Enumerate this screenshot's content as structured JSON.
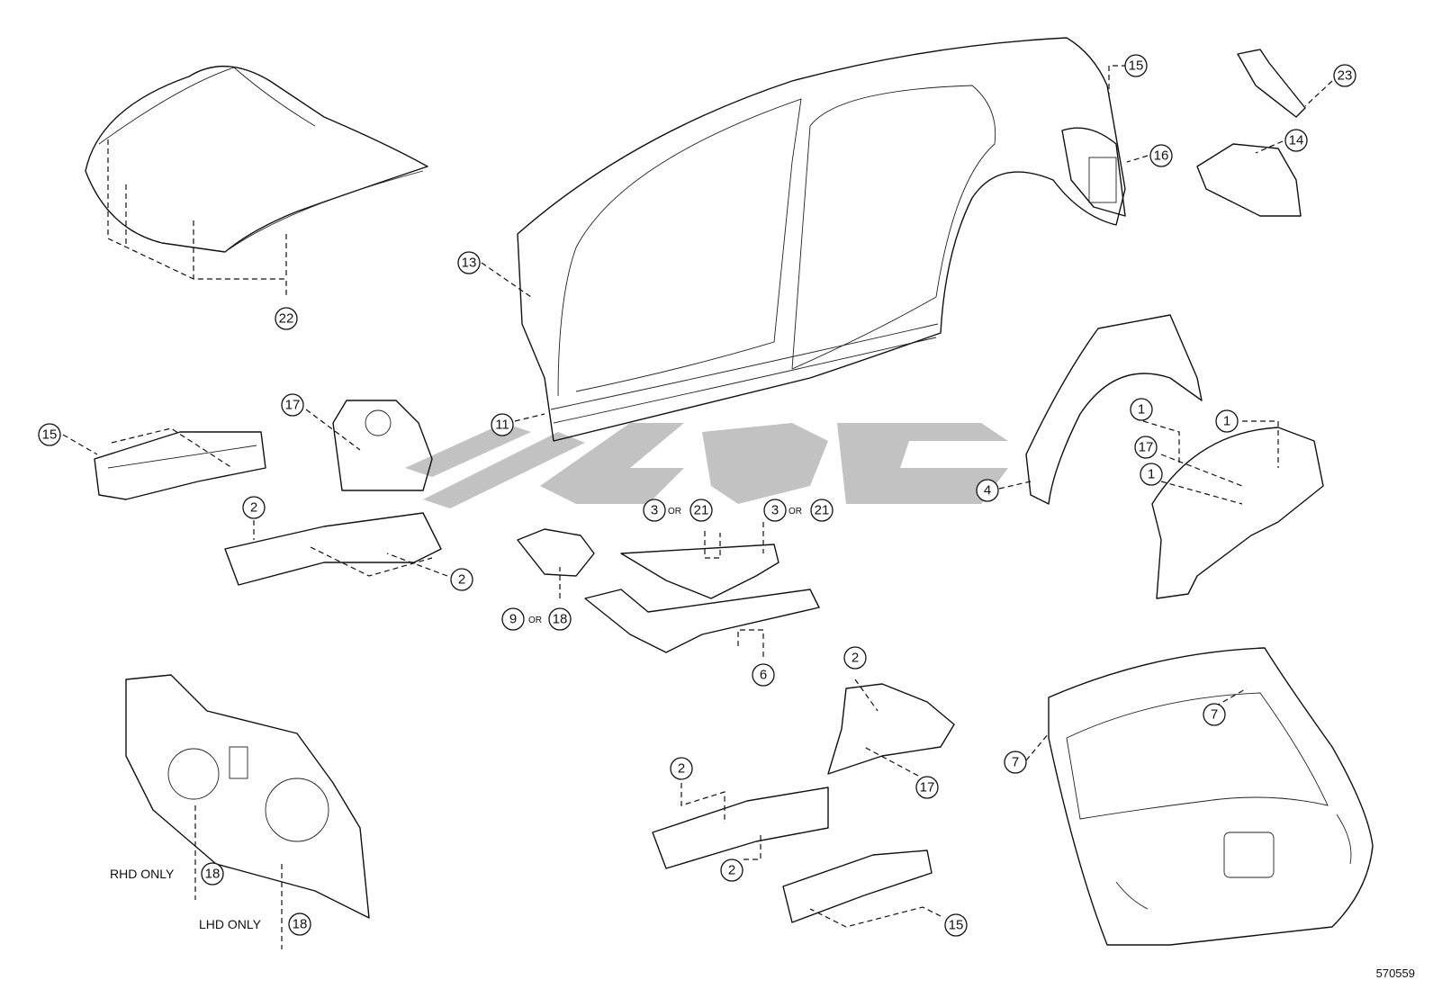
{
  "callouts": [
    {
      "id": "c-22",
      "label": "22"
    },
    {
      "id": "c-13",
      "label": "13"
    },
    {
      "id": "c-11",
      "label": "11"
    },
    {
      "id": "c-15a",
      "label": "15"
    },
    {
      "id": "c-16",
      "label": "16"
    },
    {
      "id": "c-23",
      "label": "23"
    },
    {
      "id": "c-14",
      "label": "14"
    },
    {
      "id": "c-15b",
      "label": "15"
    },
    {
      "id": "c-17a",
      "label": "17"
    },
    {
      "id": "c-2a",
      "label": "2"
    },
    {
      "id": "c-2b",
      "label": "2"
    },
    {
      "id": "c-9",
      "label": "9"
    },
    {
      "id": "c-18a",
      "label": "18"
    },
    {
      "id": "c-3a",
      "label": "3"
    },
    {
      "id": "c-21a",
      "label": "21"
    },
    {
      "id": "c-3b",
      "label": "3"
    },
    {
      "id": "c-21b",
      "label": "21"
    },
    {
      "id": "c-6",
      "label": "6"
    },
    {
      "id": "c-4",
      "label": "4"
    },
    {
      "id": "c-1a",
      "label": "1"
    },
    {
      "id": "c-1b",
      "label": "1"
    },
    {
      "id": "c-17b",
      "label": "17"
    },
    {
      "id": "c-1c",
      "label": "1"
    },
    {
      "id": "c-2c",
      "label": "2"
    },
    {
      "id": "c-17c",
      "label": "17"
    },
    {
      "id": "c-2d",
      "label": "2"
    },
    {
      "id": "c-2e",
      "label": "2"
    },
    {
      "id": "c-15c",
      "label": "15"
    },
    {
      "id": "c-7a",
      "label": "7"
    },
    {
      "id": "c-7b",
      "label": "7"
    },
    {
      "id": "c-18b",
      "label": "18"
    },
    {
      "id": "c-18c",
      "label": "18"
    }
  ],
  "or_labels": [
    "OR",
    "OR",
    "OR"
  ],
  "notes": {
    "rhd_only": "RHD ONLY",
    "lhd_only": "LHD ONLY"
  },
  "catalog_number": "570559"
}
